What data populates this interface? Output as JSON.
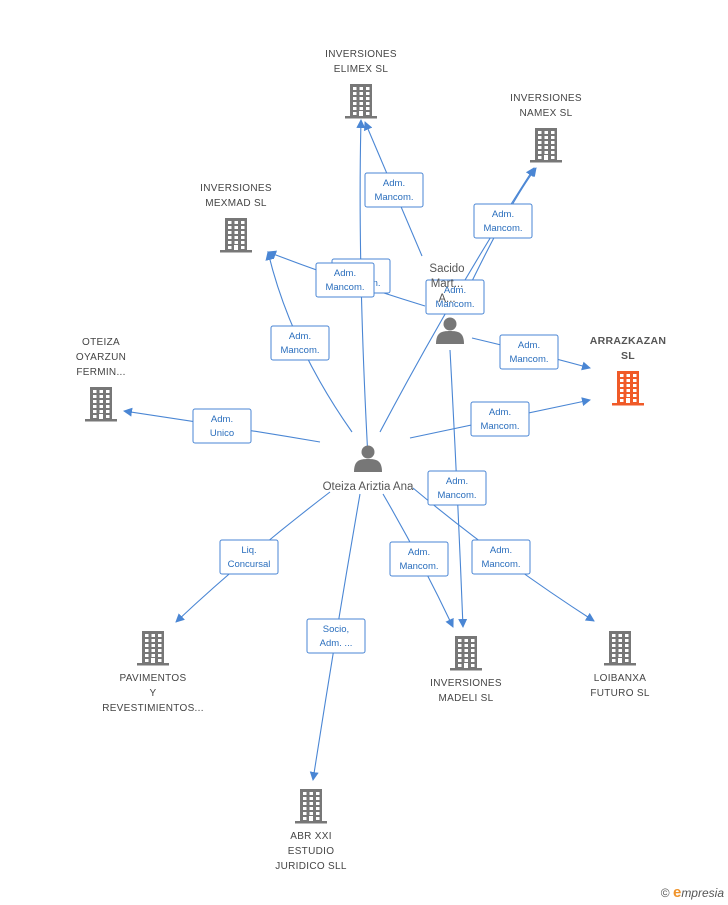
{
  "colors": {
    "edge": "#4a86d4",
    "company": "#777777",
    "company_main": "#f05a28",
    "person": "#777777"
  },
  "companies": [
    {
      "id": "elimex",
      "lines": [
        "INVERSIONES",
        "ELIMEX  SL"
      ],
      "icon": "building-icon",
      "main": false
    },
    {
      "id": "namex",
      "lines": [
        "INVERSIONES",
        "NAMEX  SL"
      ],
      "icon": "building-icon",
      "main": false
    },
    {
      "id": "mexmad",
      "lines": [
        "INVERSIONES",
        "MEXMAD  SL"
      ],
      "icon": "building-icon",
      "main": false
    },
    {
      "id": "oteiza",
      "lines": [
        "OTEIZA",
        "OYARZUN",
        "FERMIN..."
      ],
      "icon": "building-icon",
      "main": false
    },
    {
      "id": "arrazkazan",
      "lines": [
        "ARRAZKAZAN",
        "SL"
      ],
      "icon": "building-icon",
      "main": true
    },
    {
      "id": "pavimentos",
      "lines": [
        "PAVIMENTOS",
        "Y",
        "REVESTIMIENTOS..."
      ],
      "icon": "building-icon",
      "main": false
    },
    {
      "id": "madeli",
      "lines": [
        "INVERSIONES",
        "MADELI  SL"
      ],
      "icon": "building-icon",
      "main": false
    },
    {
      "id": "loibanxa",
      "lines": [
        "LOIBANXA",
        "FUTURO  SL"
      ],
      "icon": "building-icon",
      "main": false
    },
    {
      "id": "abr",
      "lines": [
        "ABR XXI",
        "ESTUDIO",
        "JURIDICO SLL"
      ],
      "icon": "building-icon",
      "main": false
    }
  ],
  "persons": [
    {
      "id": "ana",
      "name": "Oteiza Ariztia Ana",
      "icon": "person-icon"
    },
    {
      "id": "sacido",
      "lines": [
        "Sacido",
        "Mart...",
        "A..."
      ],
      "icon": "person-icon"
    }
  ],
  "edges": [
    {
      "from": "ana",
      "to": "elimex",
      "lines": [
        "Adm.",
        "Mancom."
      ]
    },
    {
      "from": "ana",
      "to": "mexmad",
      "lines": [
        "Adm.",
        "Mancom."
      ]
    },
    {
      "from": "ana",
      "to": "oteiza",
      "lines": [
        "Adm.",
        "Unico"
      ]
    },
    {
      "from": "ana",
      "to": "arrazkazan",
      "lines": [
        "Adm.",
        "Mancom."
      ]
    },
    {
      "from": "ana",
      "to": "namex",
      "lines": [
        "Adm.",
        "Mancom."
      ]
    },
    {
      "from": "ana",
      "to": "pavimentos",
      "lines": [
        "Liq.",
        "Concursal"
      ]
    },
    {
      "from": "ana",
      "to": "abr",
      "lines": [
        "Socio,",
        "Adm. ..."
      ]
    },
    {
      "from": "ana",
      "to": "madeli",
      "lines": [
        "Adm.",
        "Mancom."
      ]
    },
    {
      "from": "ana",
      "to": "loibanxa",
      "lines": [
        "Adm.",
        "Mancom."
      ]
    },
    {
      "from": "sacido",
      "to": "elimex",
      "lines": [
        "Adm.",
        "Mancom."
      ]
    },
    {
      "from": "sacido",
      "to": "namex",
      "lines": [
        "Adm.",
        "Mancom."
      ]
    },
    {
      "from": "sacido",
      "to": "mexmad",
      "lines": [
        "Adm.",
        "Mancom."
      ]
    },
    {
      "from": "sacido",
      "to": "arrazkazan",
      "lines": [
        "Adm.",
        "Mancom."
      ]
    },
    {
      "from": "sacido",
      "to": "madeli",
      "lines": [
        "Adm.",
        "Mancom."
      ]
    }
  ],
  "watermark": {
    "symbol": "©",
    "brand_initial": "e",
    "brand_rest": "mpresia"
  }
}
